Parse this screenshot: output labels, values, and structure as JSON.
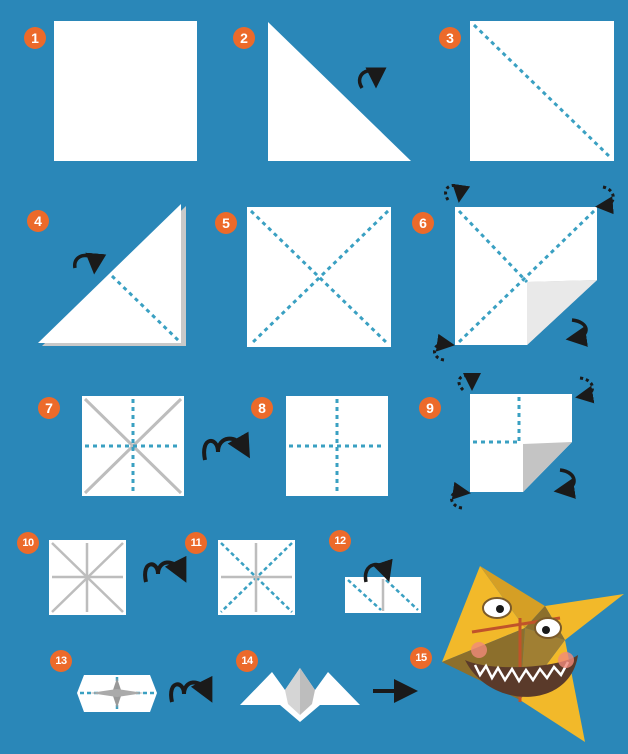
{
  "steps": [
    "1",
    "2",
    "3",
    "4",
    "5",
    "6",
    "7",
    "8",
    "9",
    "10",
    "11",
    "12",
    "13",
    "14",
    "15"
  ],
  "colors": {
    "background": "#2a87b8",
    "paper": "#ffffff",
    "fold_line": "#3aa0c2",
    "badge": "#ec6a2a",
    "shadow": "#c9c9c9",
    "finished_yellow": "#f2b92a",
    "finished_dark": "#8c6f2c",
    "mouth": "#5a3a2a",
    "cheek": "#f08a7a"
  },
  "icons": [
    "turn-over-arrow-icon",
    "fold-corner-arrow-icon",
    "right-arrow-icon"
  ]
}
